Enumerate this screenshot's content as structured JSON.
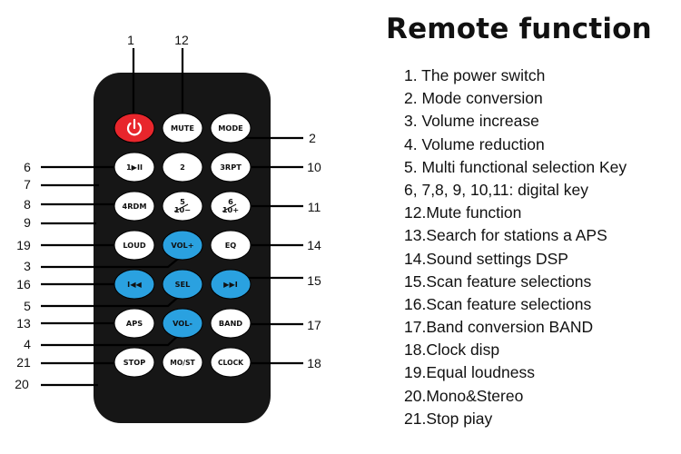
{
  "title": "Remote function",
  "functions": [
    "1. The power switch",
    "2. Mode conversion",
    "3. Volume increase",
    "4. Volume reduction",
    "5. Multi functional selection Key",
    "6, 7,8, 9, 10,11: digital key",
    "12.Mute function",
    "13.Search for stations a APS",
    "14.Sound settings DSP",
    "15.Scan feature selections",
    "16.Scan feature selections",
    "17.Band conversion BAND",
    "18.Clock disp",
    "19.Equal loudness",
    "20.Mono&Stereo",
    "21.Stop piay"
  ],
  "callouts": [
    "1",
    "12",
    "2",
    "6",
    "10",
    "7",
    "8",
    "11",
    "9",
    "19",
    "14",
    "3",
    "15",
    "16",
    "5",
    "13",
    "17",
    "4",
    "21",
    "18",
    "20"
  ],
  "buttons": [
    {
      "id": "power",
      "label": "",
      "icon": "power-icon",
      "color": "#e8262c"
    },
    {
      "id": "mute",
      "label": "MUTE",
      "color": "#ffffff"
    },
    {
      "id": "mode",
      "label": "MODE",
      "color": "#ffffff"
    },
    {
      "id": "play-pause",
      "label": "1▶II",
      "color": "#ffffff"
    },
    {
      "id": "digit-2",
      "label": "2",
      "color": "#ffffff"
    },
    {
      "id": "rpt",
      "label": "3RPT",
      "color": "#ffffff"
    },
    {
      "id": "rdm",
      "label": "4RDM",
      "color": "#ffffff"
    },
    {
      "id": "digit-5",
      "label": "5\n10−",
      "color": "#ffffff"
    },
    {
      "id": "digit-6",
      "label": "6\n10+",
      "color": "#ffffff"
    },
    {
      "id": "loud",
      "label": "LOUD",
      "color": "#ffffff"
    },
    {
      "id": "vol-up",
      "label": "VOL+",
      "color": "#2aa1e0"
    },
    {
      "id": "eq",
      "label": "EQ",
      "color": "#ffffff"
    },
    {
      "id": "prev",
      "label": "I◀◀",
      "icon": "skip-back-icon",
      "color": "#2aa1e0"
    },
    {
      "id": "sel",
      "label": "SEL",
      "color": "#2aa1e0"
    },
    {
      "id": "next",
      "label": "▶▶I",
      "icon": "skip-forward-icon",
      "color": "#2aa1e0"
    },
    {
      "id": "aps",
      "label": "APS",
      "color": "#ffffff"
    },
    {
      "id": "vol-down",
      "label": "VOL-",
      "color": "#2aa1e0"
    },
    {
      "id": "band",
      "label": "BAND",
      "color": "#ffffff"
    },
    {
      "id": "stop",
      "label": "STOP",
      "color": "#ffffff"
    },
    {
      "id": "mo-st",
      "label": "MO/ST",
      "color": "#ffffff"
    },
    {
      "id": "clock",
      "label": "CLOCK",
      "color": "#ffffff"
    }
  ],
  "colors": {
    "remote_body": "#161616",
    "button_white": "#ffffff",
    "button_blue": "#2aa1e0",
    "button_red": "#e8262c",
    "line": "#000000"
  }
}
